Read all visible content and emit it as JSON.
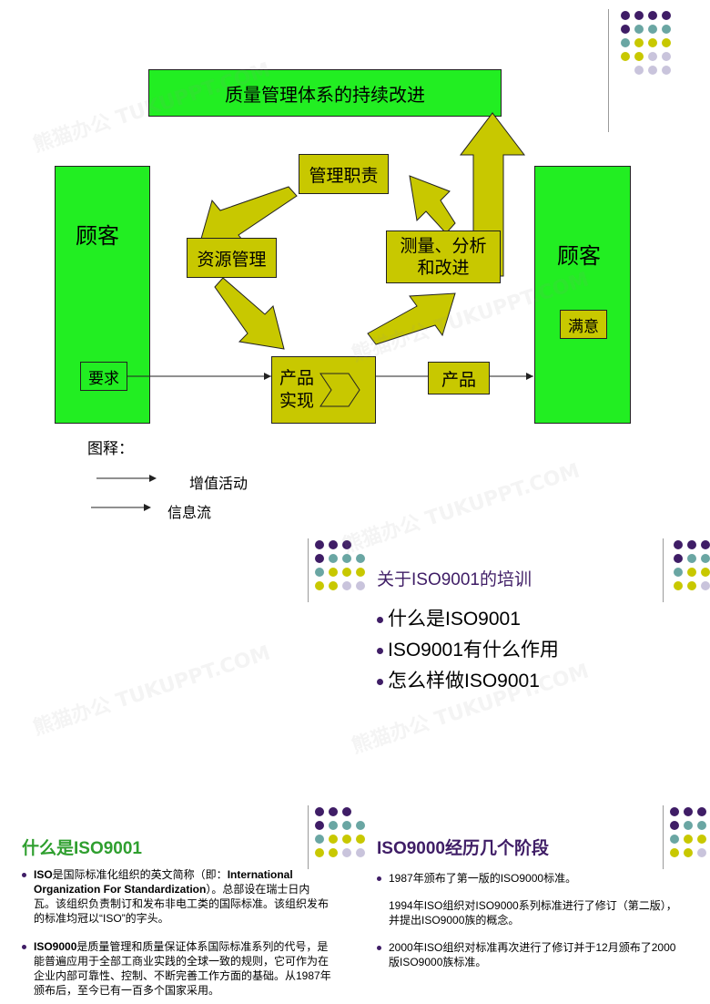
{
  "slide1": {
    "title": "质量管理体系的持续改进",
    "customer_left": "顾客",
    "requirement": "要求",
    "customer_right": "顾客",
    "satisfaction": "满意",
    "management": "管理职责",
    "resource": "资源管理",
    "measure_line1": "测量、分析",
    "measure_line2": "和改进",
    "realize_line1": "产品",
    "realize_line2": "实现",
    "product": "产品",
    "legend_title": "图释：",
    "legend_value": "增值活动",
    "legend_info": "信息流"
  },
  "slide2": {
    "title": "关于ISO9001的培训",
    "items": [
      "什么是ISO9001",
      "ISO9001有什么作用",
      "怎么样做ISO9001"
    ]
  },
  "slide3": {
    "title": "什么是ISO9001",
    "para1_lead": "ISO",
    "para1_text": "是国际标准化组织的英文简称（即：",
    "para1_en": "International Organization For Standardization",
    "para1_rest": "）。总部设在瑞士日内瓦。该组织负责制订和发布非电工类的国际标准。该组织发布的标准均冠以“ISO”的字头。",
    "para2_lead": "ISO9000",
    "para2_text": "是质量管理和质量保证体系国际标准系列的代号，是能普遍应用于全部工商业实践的全球一致的规则，它可作为在企业内部可靠性、控制、不断完善工作方面的基础。从1987年颁布后，至今已有一百多个国家采用。"
  },
  "slide4": {
    "title": "ISO9000经历几个阶段",
    "p1": "1987年颁布了第一版的ISO9000标准。",
    "p2": "1994年ISO组织对ISO9000系列标准进行了修订（第二版），并提出ISO9000族的概念。",
    "p3": "2000年ISO组织对标准再次进行了修订并于12月颁布了2000版ISO9000族标准。"
  },
  "watermark": "熊猫办公 TUKUPPT.COM",
  "colors": {
    "green": "#22ee22",
    "olive": "#c8c800",
    "purple": "#3f1d66",
    "teal": "#6aa6a3",
    "lavender": "#c9c4dc",
    "title_green": "#2f9f2f"
  }
}
